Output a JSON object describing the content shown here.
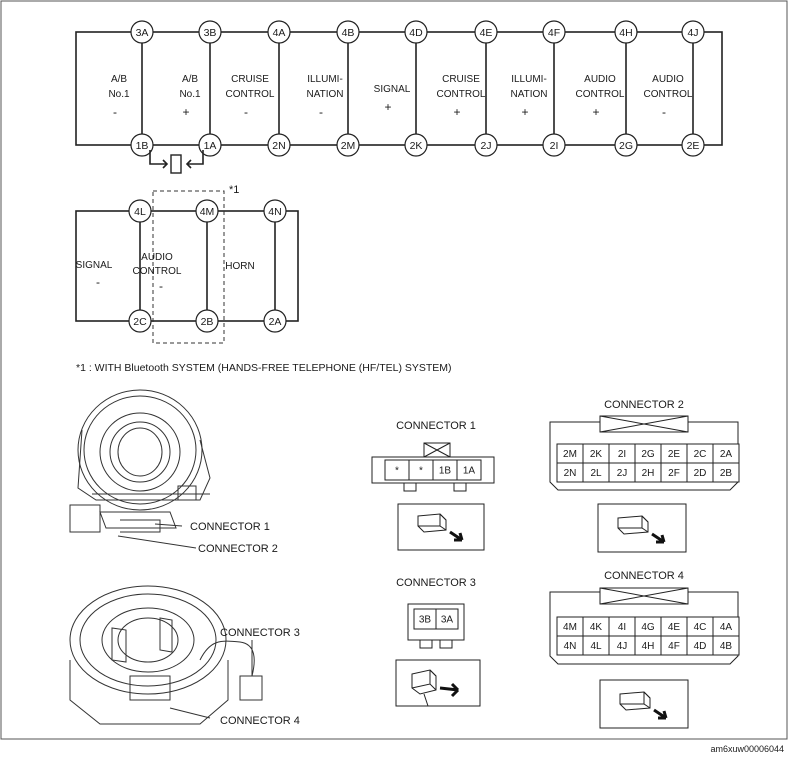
{
  "note_marker": "*1",
  "footnote": "*1 : WITH Bluetooth SYSTEM (HANDS-FREE TELEPHONE (HF/TEL) SYSTEM)",
  "image_code": "am6xuw00006044",
  "top_circuit": [
    {
      "top": "3A",
      "bottom": "1B",
      "func": [
        "A/B",
        "No.1"
      ],
      "sign": "-"
    },
    {
      "top": "3B",
      "bottom": "1A",
      "func": [
        "A/B",
        "No.1"
      ],
      "sign": "+"
    },
    {
      "top": "4A",
      "bottom": "2N",
      "func": [
        "CRUISE",
        "CONTROL"
      ],
      "sign": "-"
    },
    {
      "top": "4B",
      "bottom": "2M",
      "func": [
        "ILLUMI-",
        "NATION"
      ],
      "sign": "-"
    },
    {
      "top": "4D",
      "bottom": "2K",
      "func": [
        "SIGNAL"
      ],
      "sign": "+"
    },
    {
      "top": "4E",
      "bottom": "2J",
      "func": [
        "CRUISE",
        "CONTROL"
      ],
      "sign": "+"
    },
    {
      "top": "4F",
      "bottom": "2I",
      "func": [
        "ILLUMI-",
        "NATION"
      ],
      "sign": "+"
    },
    {
      "top": "4H",
      "bottom": "2G",
      "func": [
        "AUDIO",
        "CONTROL"
      ],
      "sign": "+"
    },
    {
      "top": "4J",
      "bottom": "2E",
      "func": [
        "AUDIO",
        "CONTROL"
      ],
      "sign": "-"
    }
  ],
  "mid_circuit": [
    {
      "top": "4L",
      "bottom": "2C",
      "func": [
        "SIGNAL"
      ],
      "sign": "-"
    },
    {
      "top": "4M",
      "bottom": "2B",
      "func": [
        "AUDIO",
        "CONTROL"
      ],
      "sign": "-"
    },
    {
      "top": "4N",
      "bottom": "2A",
      "func": [
        "HORN"
      ],
      "sign": ""
    }
  ],
  "callouts": {
    "c1": "CONNECTOR 1",
    "c2": "CONNECTOR 2",
    "c3": "CONNECTOR 3",
    "c4": "CONNECTOR 4"
  },
  "connector1": {
    "title": "CONNECTOR 1",
    "cells": [
      "*",
      "*",
      "1B",
      "1A"
    ]
  },
  "connector2": {
    "title": "CONNECTOR 2",
    "rows": [
      [
        "2M",
        "2K",
        "2I",
        "2G",
        "2E",
        "2C",
        "2A"
      ],
      [
        "2N",
        "2L",
        "2J",
        "2H",
        "2F",
        "2D",
        "2B"
      ]
    ]
  },
  "connector3": {
    "title": "CONNECTOR 3",
    "cells": [
      "3B",
      "3A"
    ]
  },
  "connector4": {
    "title": "CONNECTOR 4",
    "rows": [
      [
        "4M",
        "4K",
        "4I",
        "4G",
        "4E",
        "4C",
        "4A"
      ],
      [
        "4N",
        "4L",
        "4J",
        "4H",
        "4F",
        "4D",
        "4B"
      ]
    ]
  }
}
